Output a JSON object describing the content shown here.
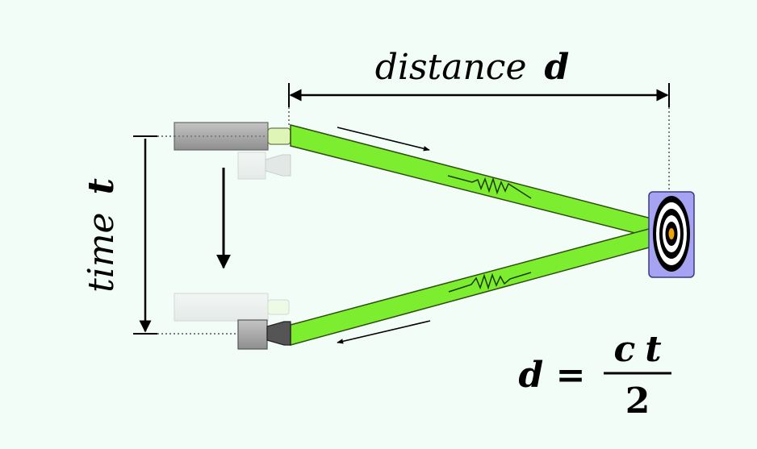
{
  "labels": {
    "distance_word": "distance",
    "distance_var": "d",
    "time_word": "time",
    "time_var": "t",
    "formula_lhs": "d =",
    "formula_num_c": "c",
    "formula_num_t": "t",
    "formula_den": "2"
  },
  "colors": {
    "background": "#f2fdf8",
    "beam": "#7ded2f",
    "beam_outline": "#2f4d10",
    "target_panel": "#a5a3f2",
    "target_core": "#f0a400"
  },
  "icons": [
    "laser-emitter-icon",
    "detector-icon",
    "target-icon",
    "wave-packet-icon"
  ]
}
